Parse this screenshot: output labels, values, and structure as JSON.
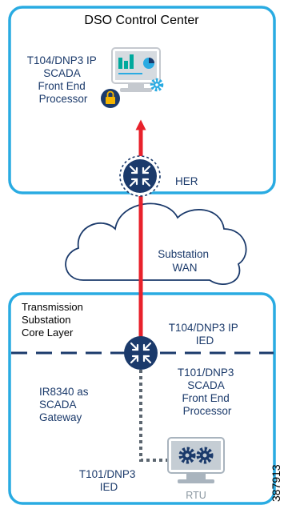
{
  "zones": {
    "top": {
      "title": "DSO Control Center"
    },
    "bottom": {
      "title": [
        "Transmission",
        "Substation",
        "Core Layer"
      ]
    }
  },
  "nodes": {
    "fep": {
      "label": [
        "T104/DNP3 IP",
        "SCADA",
        "Front End",
        "Processor"
      ]
    },
    "her": {
      "label": "HER"
    },
    "wan": {
      "label": [
        "Substation",
        "WAN"
      ]
    },
    "ied_ip": {
      "label": [
        "T104/DNP3 IP",
        "IED"
      ]
    },
    "router_fep": {
      "label": [
        "T101/DNP3",
        "SCADA",
        "Front End",
        "Processor"
      ]
    },
    "gateway": {
      "label": [
        "IR8340 as",
        "SCADA",
        "Gateway"
      ]
    },
    "rtu": {
      "label": "RTU"
    },
    "ied_serial": {
      "label": [
        "T101/DNP3",
        "IED"
      ]
    }
  },
  "figure_id": "387913",
  "colors": {
    "zone_border": "#29abe2",
    "label_text": "#1b3a6b",
    "router_fill": "#1b3a6b",
    "connection": "#e8212b",
    "serial_link": "#5c6670",
    "divider": "#1b3a6b"
  }
}
